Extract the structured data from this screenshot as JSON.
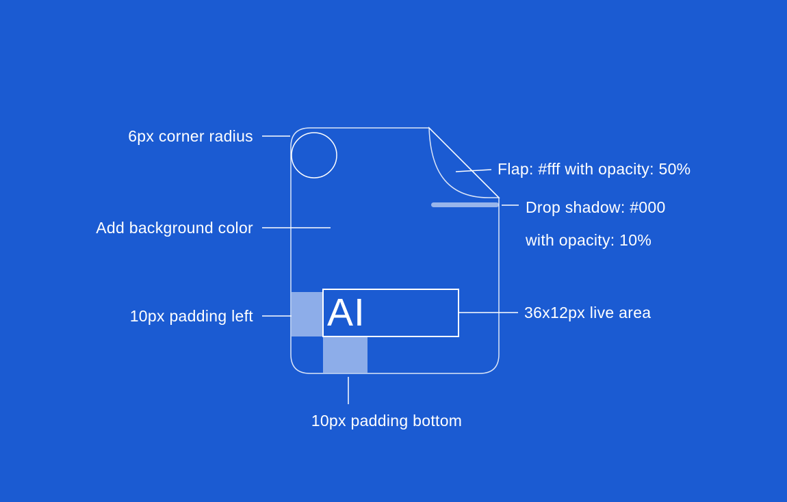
{
  "page": {
    "background_color": "#1b5bd2"
  },
  "diagram": {
    "icon_text": "AI",
    "labels": {
      "corner_radius": "6px corner radius",
      "background": "Add background color",
      "padding_left": "10px padding left",
      "padding_bottom": "10px padding bottom",
      "flap": "Flap: #fff with opacity: 50%",
      "drop_shadow_line1": "Drop shadow: #000",
      "drop_shadow_line2": "with opacity: 10%",
      "live_area": "36x12px live area"
    },
    "colors": {
      "stroke": "#ffffff",
      "stroke_soft": "#ffffffd9",
      "highlight": "#ffffff80",
      "shadow_bar": "#ffffff8c",
      "text": "#ffffff"
    }
  }
}
